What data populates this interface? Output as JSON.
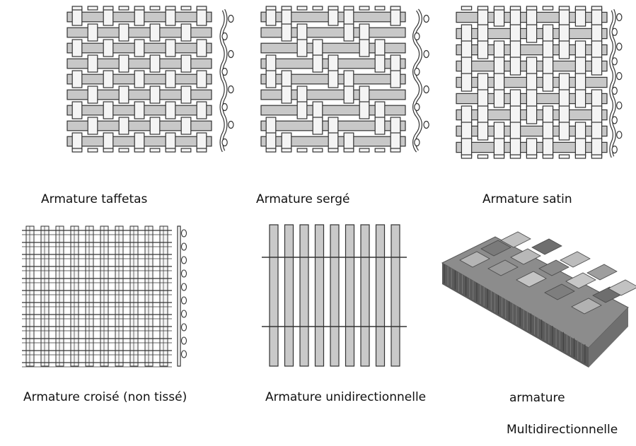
{
  "figure": {
    "panels": [
      {
        "id": "taffetas",
        "caption": "Armature taffetas",
        "weave": "plain"
      },
      {
        "id": "serge",
        "caption": "Armature sergé",
        "weave": "twill"
      },
      {
        "id": "satin",
        "caption": "Armature satin",
        "weave": "satin"
      },
      {
        "id": "croise",
        "caption": "Armature croisé (non tissé)",
        "weave": "non-woven"
      },
      {
        "id": "unidirectionnelle",
        "caption": "Armature unidirectionnelle",
        "weave": "unidirectional"
      },
      {
        "id": "multidirectionnelle",
        "caption_line1": "armature",
        "caption_line2": "Multidirectionnelle",
        "weave": "multidirectional-3d"
      }
    ]
  },
  "colors": {
    "outline": "#333333",
    "weft_fill": "#c8c8c8",
    "warp_fill": "#f4f4f4",
    "uni_fill": "#c9c9c9",
    "block_dark": "#6a6a6a",
    "block_light": "#b0b0b0"
  }
}
